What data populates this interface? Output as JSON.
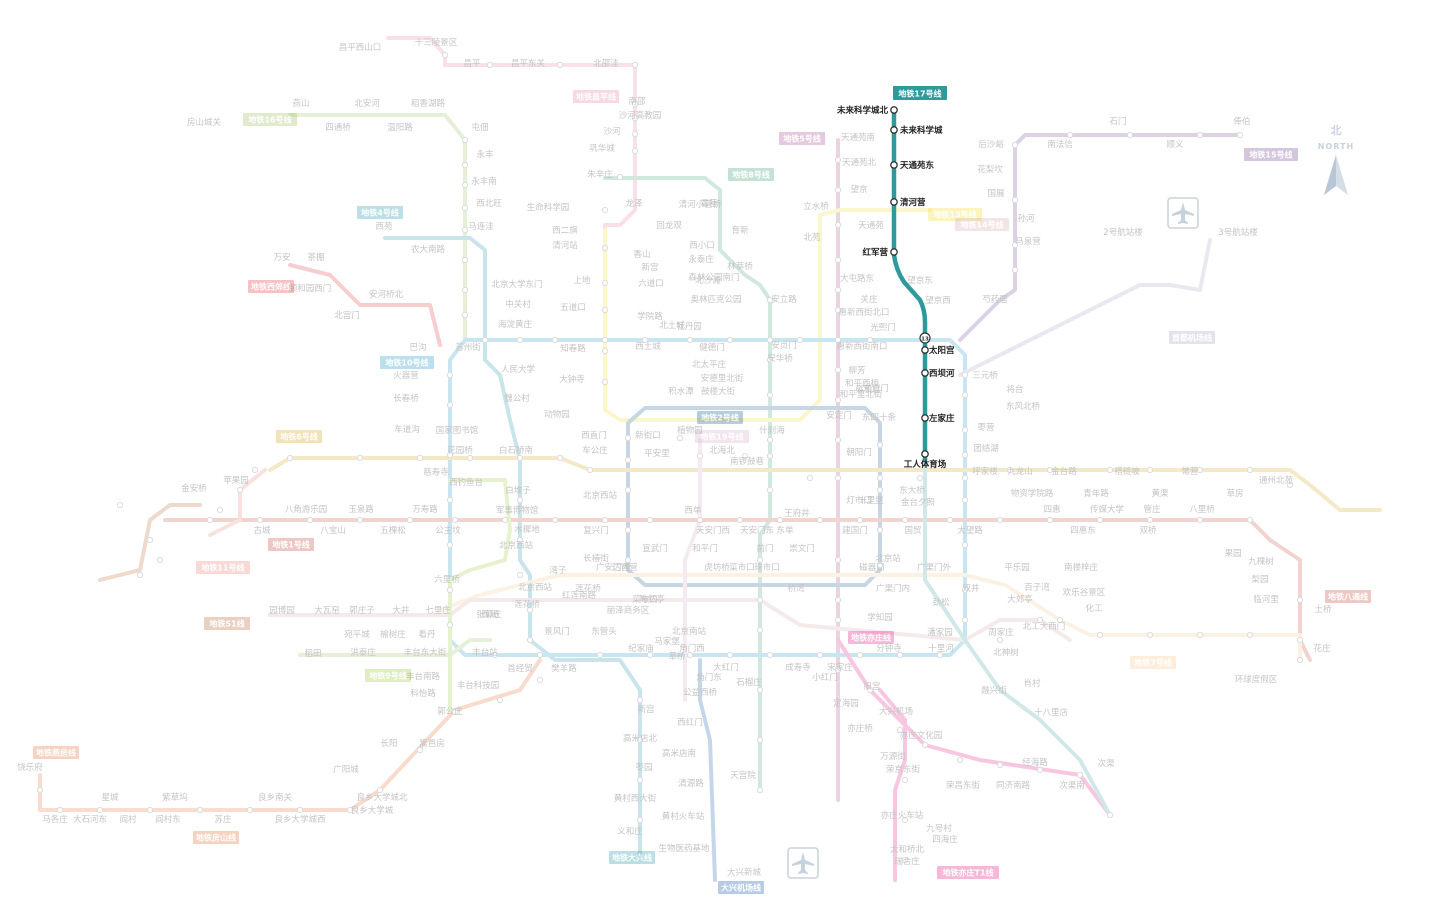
{
  "compass": {
    "label_cn": "北",
    "label_en": "NORTH"
  },
  "highlight": {
    "line_name": "地铁17号线",
    "color": "#2e9a9c",
    "stations": [
      "未来科学城北",
      "未来科学城",
      "天通苑东",
      "清河营",
      "红军营",
      "太阳宫",
      "西坝河",
      "左家庄",
      "工人体育场"
    ],
    "transfer_badge": "13"
  },
  "line_tags": [
    {
      "text": "地铁17号线",
      "color": "#2e9a9c"
    },
    {
      "text": "地铁16号线",
      "color": "#8fbb4d"
    },
    {
      "text": "地铁昌平线",
      "color": "#e4769c"
    },
    {
      "text": "地铁5号线",
      "color": "#a5428a"
    },
    {
      "text": "地铁8号线",
      "color": "#2c9a6a"
    },
    {
      "text": "地铁4号线",
      "color": "#0a8ea6"
    },
    {
      "text": "地铁西郊线",
      "color": "#d9232e"
    },
    {
      "text": "地铁10号线",
      "color": "#0a92c2"
    },
    {
      "text": "地铁13号线",
      "color": "#f2d81e"
    },
    {
      "text": "地铁14号线",
      "color": "#d6a5a6"
    },
    {
      "text": "地铁15号线",
      "color": "#673788"
    },
    {
      "text": "首都机场线",
      "color": "#a29bbb"
    },
    {
      "text": "地铁6号线",
      "color": "#d29d00"
    },
    {
      "text": "地铁2号线",
      "color": "#004b87"
    },
    {
      "text": "地铁19号线",
      "color": "#d6a5c8"
    },
    {
      "text": "地铁1号线",
      "color": "#c23a30"
    },
    {
      "text": "地铁11号线",
      "color": "#ed796b"
    },
    {
      "text": "地铁S1线",
      "color": "#b35a1f"
    },
    {
      "text": "地铁7号线",
      "color": "#f6c582"
    },
    {
      "text": "地铁八通线",
      "color": "#c23a30"
    },
    {
      "text": "地铁9号线",
      "color": "#8fc31f"
    },
    {
      "text": "地铁燕房线",
      "color": "#e46022"
    },
    {
      "text": "地铁房山线",
      "color": "#e46022"
    },
    {
      "text": "地铁大兴线",
      "color": "#0a8ea6"
    },
    {
      "text": "大兴机场线",
      "color": "#0049a5"
    },
    {
      "text": "地铁亦庄线",
      "color": "#e40077"
    },
    {
      "text": "地铁亦庄T1线",
      "color": "#e40077"
    }
  ],
  "station_labels": [
    "昌平西山口",
    "十三陵景区",
    "昌平",
    "昌平东关",
    "北邵洼",
    "南邵",
    "沙河高教园",
    "沙河",
    "巩华城",
    "朱辛庄",
    "生命科学园",
    "西二旗",
    "清河站",
    "上地",
    "五道口",
    "知春路",
    "大钟寺",
    "西直门",
    "新街口",
    "平安里",
    "车公庄",
    "北京西站",
    "军事博物馆",
    "木樨地",
    "复兴门",
    "西单",
    "天安门西",
    "天安门东",
    "王府井",
    "东单",
    "建国门",
    "北京站",
    "崇文门",
    "前门",
    "和平门",
    "宣武门",
    "长椿街",
    "菜市口",
    "陶然亭",
    "北京南站",
    "角门西",
    "宋家庄",
    "国贸",
    "大望路",
    "四惠",
    "四惠东",
    "传媒大学",
    "双桥",
    "管庄",
    "八里桥",
    "通州北苑",
    "果园",
    "九棵树",
    "梨园",
    "临河里",
    "土桥",
    "花庄",
    "环球度假区",
    "苹果园",
    "金安桥",
    "古城",
    "八角游乐园",
    "八宝山",
    "玉泉路",
    "五棵松",
    "万寿路",
    "公主坟",
    "北京大学东门",
    "中关村",
    "海淀黄庄",
    "人民大学",
    "魏公村",
    "国家图书馆",
    "动物园",
    "苏州街",
    "巴沟",
    "火器营",
    "长春桥",
    "车道沟",
    "慈寿寺",
    "西钓鱼台",
    "白石桥南",
    "白堆子",
    "花园桥",
    "首经贸",
    "丰台站",
    "郭公庄",
    "六里桥",
    "莲花桥",
    "西局",
    "七里庄",
    "大井",
    "郭庄子",
    "大瓦窑",
    "园博园",
    "张郭庄",
    "北京西站",
    "湾子",
    "达官营",
    "广安门内",
    "菜市口",
    "虎坊桥",
    "珠市口",
    "桥湾",
    "磁器口",
    "广渠门内",
    "广渠门外",
    "双井",
    "劲松",
    "潘家园",
    "十里河",
    "分钟寺",
    "成寿寺",
    "石榴庄",
    "大红门",
    "角门东",
    "公益西桥",
    "新宫",
    "西红门",
    "高米店北",
    "高米店南",
    "枣园",
    "清源路",
    "黄村西大街",
    "黄村火车站",
    "义和庄",
    "生物医药基地",
    "天宫院",
    "大兴新城",
    "大兴机场",
    "亦庄桥",
    "亦庄文化园",
    "万源街",
    "荣京东街",
    "荣昌东街",
    "同济南路",
    "经海路",
    "次渠南",
    "次渠",
    "亦庄火车站",
    "九号村",
    "四海庄",
    "太和桥北",
    "瑞合庄",
    "融兴街",
    "定海园",
    "旧宫",
    "小红门",
    "肖村",
    "十八里店",
    "北神树",
    "周家庄",
    "北工大西门",
    "欢乐谷景区",
    "化工",
    "南楼梓庄",
    "百子湾",
    "大郊亭",
    "平乐园",
    "九龙山",
    "金台路",
    "青年路",
    "褡裢坡",
    "黄渠",
    "常营",
    "草房",
    "物资学院路",
    "十里堡",
    "朝阳门",
    "东四十条",
    "东直门",
    "雍和宫",
    "安定门",
    "鼓楼大街",
    "积水潭",
    "北土城",
    "奥林匹克公园",
    "森林公园南门",
    "林萃桥",
    "育新",
    "西小口",
    "永泰庄",
    "霍营",
    "回龙观",
    "龙泽",
    "立水桥",
    "北苑",
    "天通苑",
    "天通苑北",
    "天通苑南",
    "望京",
    "望京西",
    "望京东",
    "芍药居",
    "光熙门",
    "柳芳",
    "和平里北街",
    "和平西桥",
    "惠新西街南口",
    "惠新西街北口",
    "大屯路东",
    "关庄",
    "安贞门",
    "安华桥",
    "安立路",
    "北沙滩",
    "六道口",
    "学院路",
    "西土城",
    "牡丹园",
    "健德门",
    "马泉营",
    "孙河",
    "国展",
    "花梨坎",
    "后沙峪",
    "南法信",
    "顺义",
    "石门",
    "俸伯",
    "2号航站楼",
    "3号航站楼",
    "三元桥",
    "将台",
    "东风北桥",
    "枣营",
    "团结湖",
    "呼家楼",
    "金台夕照",
    "东大桥",
    "灯市口",
    "南锣鼓巷",
    "什刹海",
    "北海北",
    "安德里北街",
    "北太平庄",
    "北京西站",
    "红莲南路",
    "莲花桥",
    "丽泽商务区",
    "景风门",
    "东管头",
    "马家堡",
    "草桥",
    "纪家庙",
    "樊羊路",
    "丰台科技园",
    "科怡路",
    "丰台南路",
    "丰台东大街",
    "看丹",
    "榆树庄",
    "洪泰庄",
    "宛平城",
    "稻田",
    "长阳",
    "篱笆房",
    "广阳城",
    "良乡大学城北",
    "良乡大学城",
    "良乡大学城西",
    "良乡南关",
    "苏庄",
    "阎村东",
    "紫草坞",
    "阎村",
    "星城",
    "大石河东",
    "马各庄",
    "饶乐府",
    "房山城关",
    "燕山",
    "四通桥",
    "北安河",
    "温阳路",
    "稻香湖路",
    "屯佃",
    "永丰",
    "永丰南",
    "西北旺",
    "马连洼",
    "农大南路",
    "西苑",
    "安河桥北",
    "北宫门",
    "颐和园西门",
    "茶棚",
    "万安",
    "植物园",
    "香山",
    "新宫",
    "清河小营桥",
    "学知园",
    "霍营",
    "宋家庄"
  ]
}
